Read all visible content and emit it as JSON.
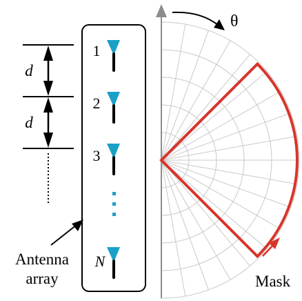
{
  "labels": {
    "spacing_top": "d",
    "spacing_bottom": "d",
    "theta": "θ",
    "mask": "Mask",
    "antenna_array_line1": "Antenna",
    "antenna_array_line2": "array"
  },
  "antennas": [
    {
      "label": "1",
      "italic": false
    },
    {
      "label": "2",
      "italic": false
    },
    {
      "label": "3",
      "italic": false
    },
    {
      "label": "N",
      "italic": true
    }
  ],
  "colors": {
    "antenna_head": "#1aa0c8",
    "antenna_stem": "#000000",
    "mask": "#d8342b",
    "grid": "#c8c8c8",
    "axis": "#8c8c8c",
    "ellipsis_dots": "#1aa0c8",
    "text": "#000000"
  }
}
